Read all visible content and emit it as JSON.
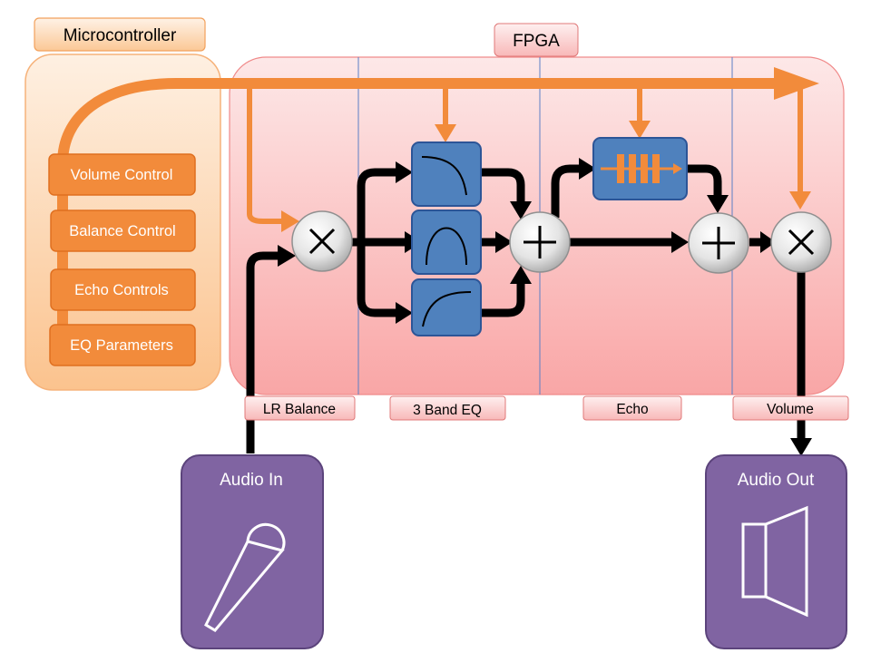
{
  "labels": {
    "microcontroller": "Microcontroller",
    "fpga": "FPGA",
    "volume_control": "Volume Control",
    "balance_control": "Balance Control",
    "echo_controls": "Echo Controls",
    "eq_parameters": "EQ Parameters",
    "lr_balance": "LR Balance",
    "three_band_eq": "3 Band EQ",
    "echo": "Echo",
    "volume": "Volume",
    "audio_in": "Audio In",
    "audio_out": "Audio Out"
  },
  "colors": {
    "orange": "#f28b3b",
    "orange_light": "#fde0c4",
    "orange_panel": "#fdd8b4",
    "pink_panel": "#fbc2c2",
    "pink_tag": "#fbd2d2",
    "blue_block": "#4f81bd",
    "purple": "#8064a2",
    "black": "#000000",
    "white": "#ffffff"
  }
}
